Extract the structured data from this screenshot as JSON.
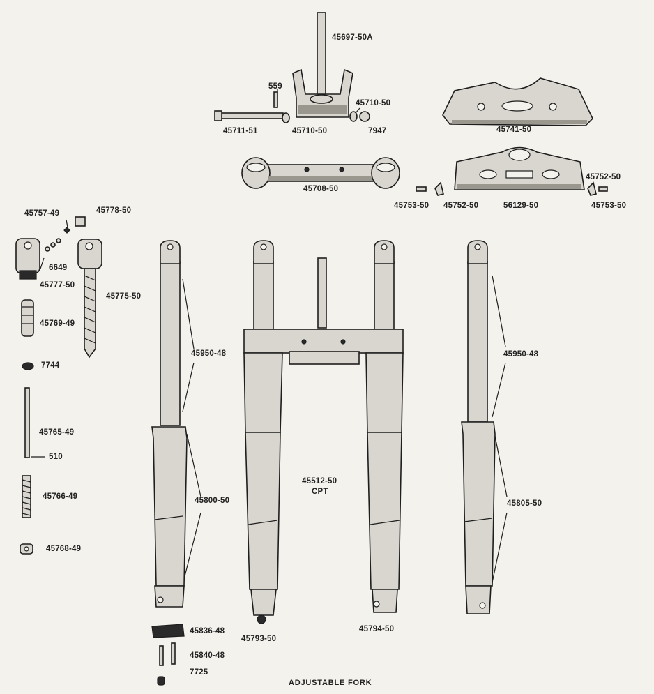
{
  "diagram": {
    "title": "ADJUSTABLE FORK",
    "parts": [
      {
        "id": "p1",
        "number": "45697-50A"
      },
      {
        "id": "p2",
        "number": "559"
      },
      {
        "id": "p3",
        "number": "45710-50"
      },
      {
        "id": "p4",
        "number": "45711-51"
      },
      {
        "id": "p5",
        "number": "45710-50"
      },
      {
        "id": "p6",
        "number": "7947"
      },
      {
        "id": "p7",
        "number": "45741-50"
      },
      {
        "id": "p8",
        "number": "45708-50"
      },
      {
        "id": "p9",
        "number": "45752-50"
      },
      {
        "id": "p10",
        "number": "45753-50"
      },
      {
        "id": "p11",
        "number": "45752-50"
      },
      {
        "id": "p12",
        "number": "56129-50"
      },
      {
        "id": "p13",
        "number": "45753-50"
      },
      {
        "id": "p14",
        "number": "45757-49"
      },
      {
        "id": "p15",
        "number": "45778-50"
      },
      {
        "id": "p16",
        "number": "6649"
      },
      {
        "id": "p17",
        "number": "45777-50"
      },
      {
        "id": "p18",
        "number": "45775-50"
      },
      {
        "id": "p19",
        "number": "45769-49"
      },
      {
        "id": "p20",
        "number": "7744"
      },
      {
        "id": "p21",
        "number": "45765-49"
      },
      {
        "id": "p22",
        "number": "510"
      },
      {
        "id": "p23",
        "number": "45766-49"
      },
      {
        "id": "p24",
        "number": "45768-49"
      },
      {
        "id": "p25",
        "number": "45950-48"
      },
      {
        "id": "p26",
        "number": "45800-50"
      },
      {
        "id": "p27",
        "number": "45512-50"
      },
      {
        "id": "p28",
        "number": "CPT"
      },
      {
        "id": "p29",
        "number": "45950-48"
      },
      {
        "id": "p30",
        "number": "45805-50"
      },
      {
        "id": "p31",
        "number": "45836-48"
      },
      {
        "id": "p32",
        "number": "45840-48"
      },
      {
        "id": "p33",
        "number": "7725"
      },
      {
        "id": "p34",
        "number": "45793-50"
      },
      {
        "id": "p35",
        "number": "45794-50"
      }
    ]
  }
}
